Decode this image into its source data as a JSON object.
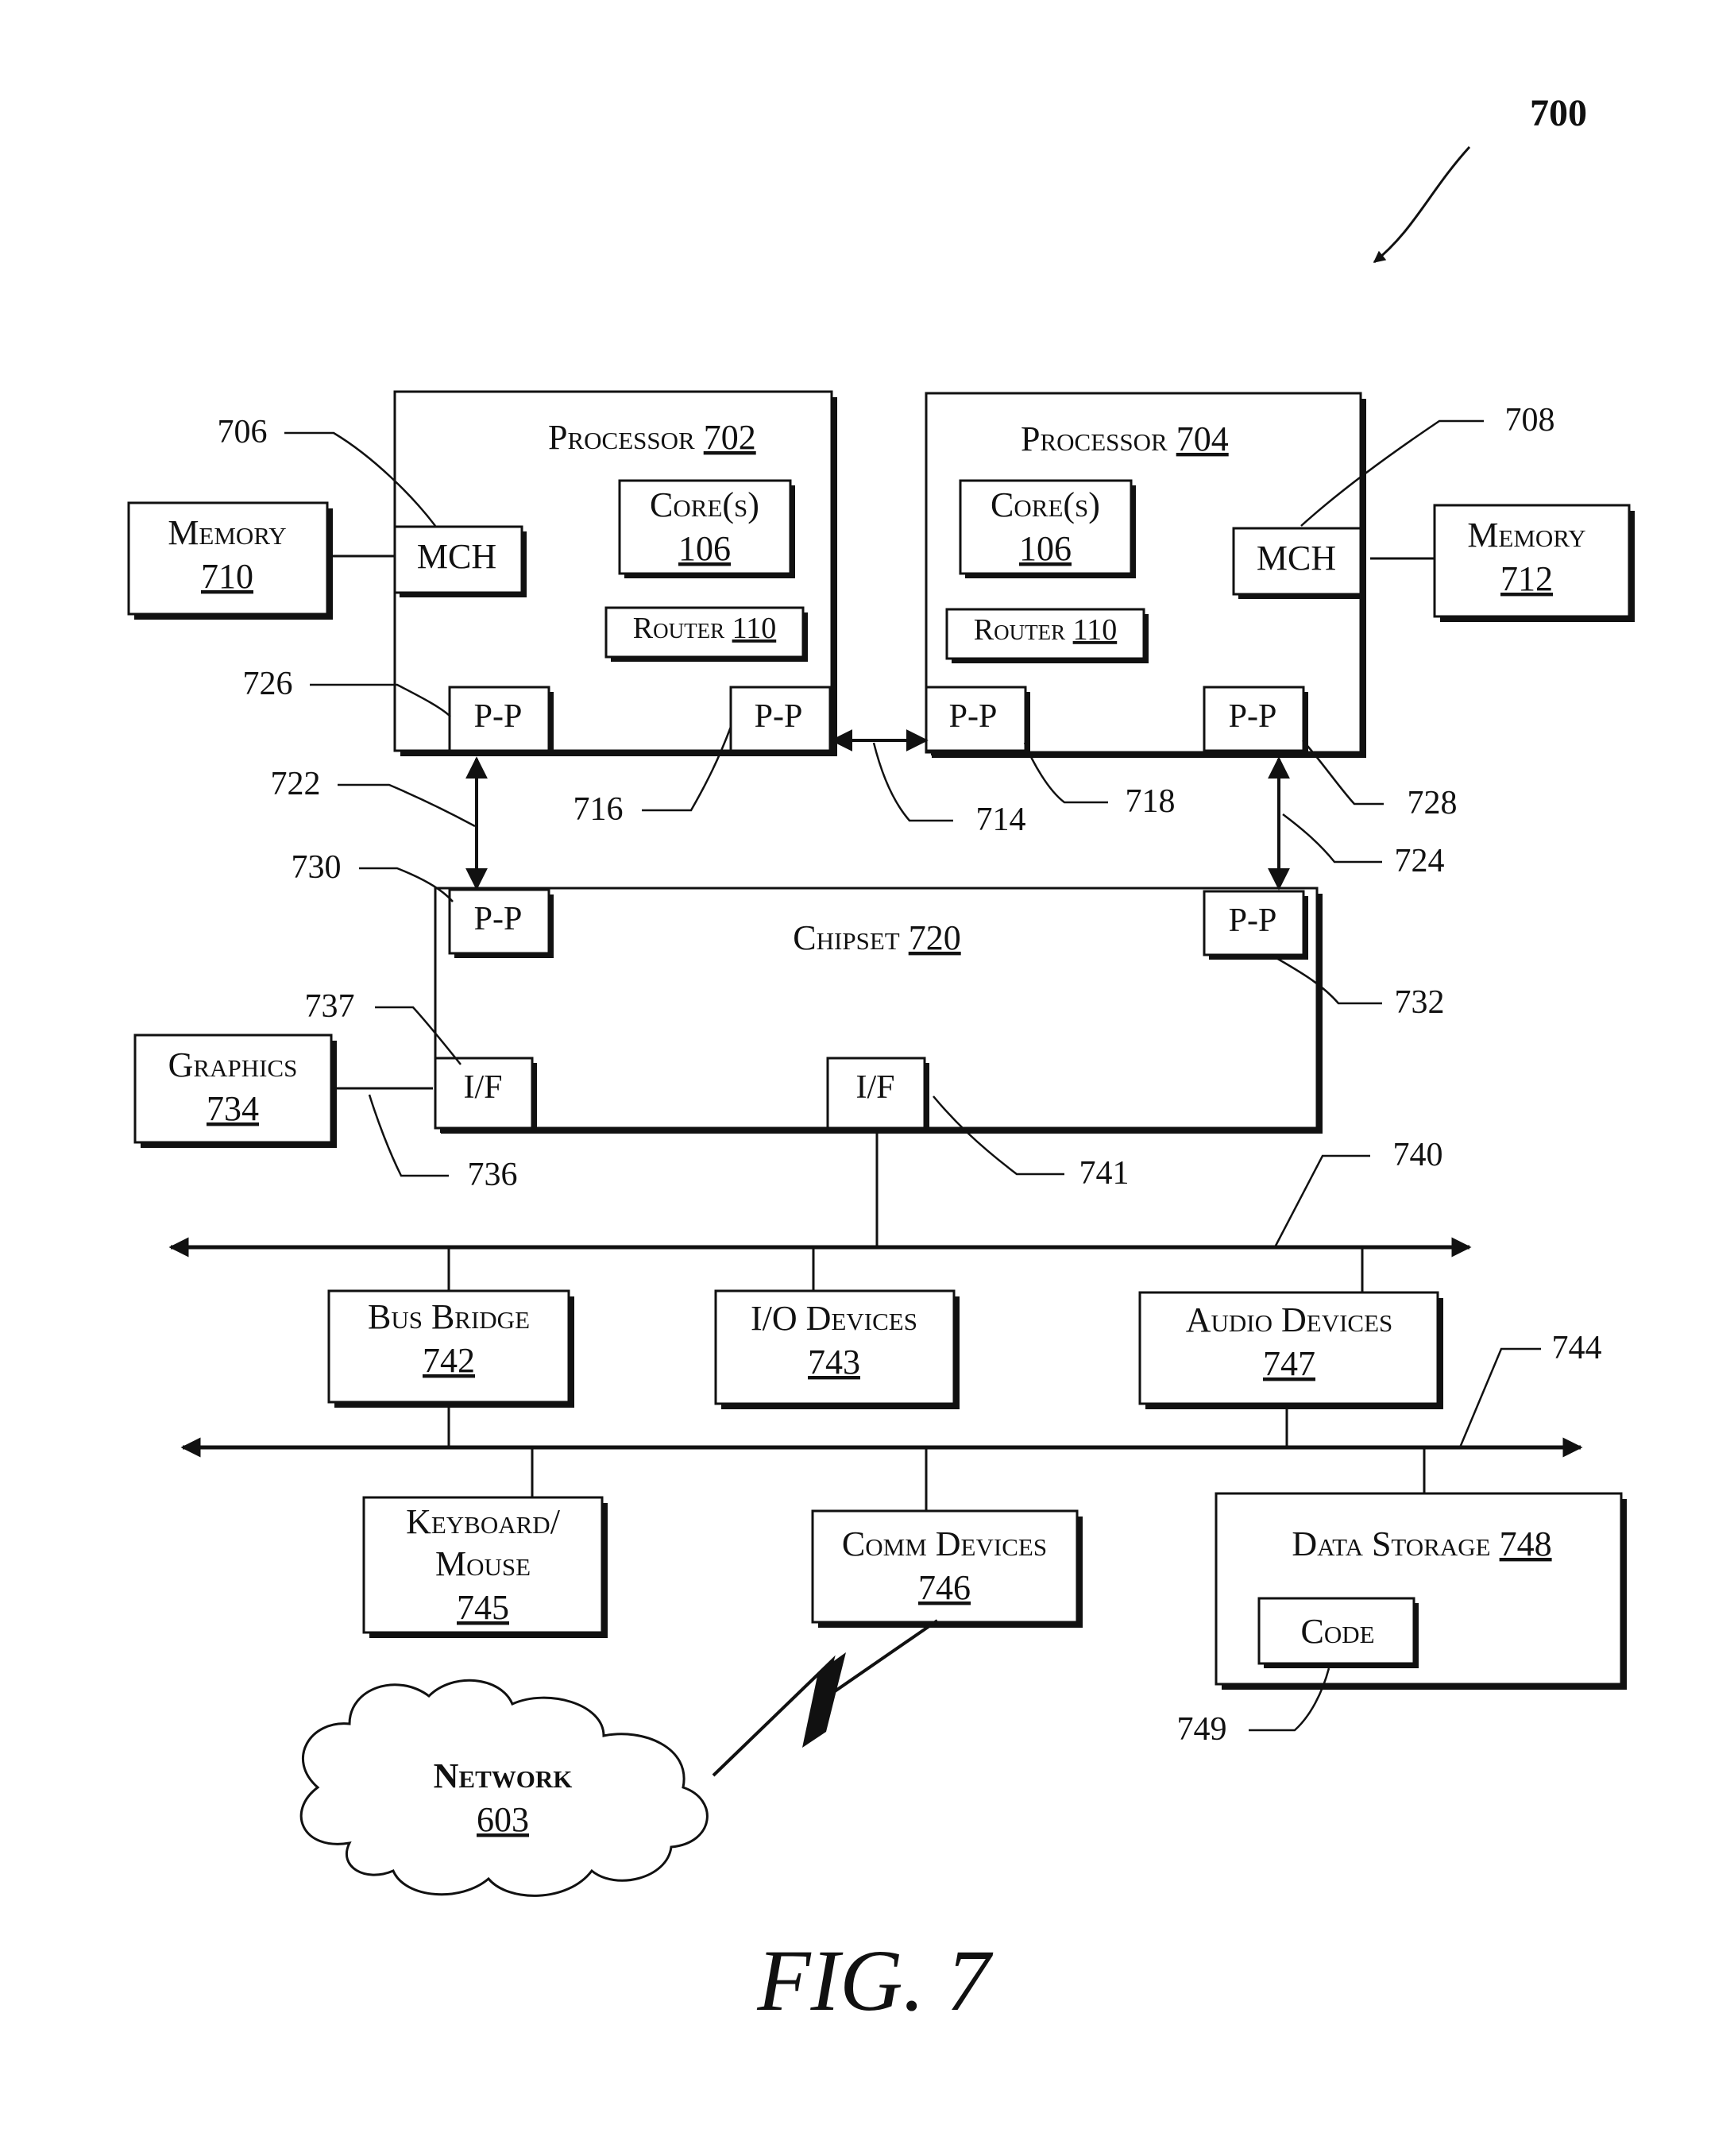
{
  "figure": {
    "ref": "700",
    "caption": "FIG. 7"
  },
  "processor_702": {
    "name": "Processor",
    "ref": "702"
  },
  "processor_704": {
    "name": "Processor",
    "ref": "704"
  },
  "cores_a": {
    "name": "Core(s)",
    "ref": "106"
  },
  "cores_b": {
    "name": "Core(s)",
    "ref": "106"
  },
  "router_a": {
    "name": "Router",
    "ref": "110"
  },
  "router_b": {
    "name": "Router",
    "ref": "110"
  },
  "mch_a": {
    "name": "MCH"
  },
  "mch_b": {
    "name": "MCH"
  },
  "memory_710": {
    "name": "Memory",
    "ref": "710"
  },
  "memory_712": {
    "name": "Memory",
    "ref": "712"
  },
  "pp_label": "P-P",
  "if_label": "I/F",
  "chipset": {
    "name": "Chipset",
    "ref": "720"
  },
  "graphics": {
    "name": "Graphics",
    "ref": "734"
  },
  "bus_bridge": {
    "name": "Bus Bridge",
    "ref": "742"
  },
  "io_devices": {
    "name": "I/O Devices",
    "ref": "743"
  },
  "audio_devices": {
    "name": "Audio Devices",
    "ref": "747"
  },
  "keyboard_mouse": {
    "line1": "Keyboard/",
    "line2": "Mouse",
    "ref": "745"
  },
  "comm_devices": {
    "name": "Comm Devices",
    "ref": "746"
  },
  "data_storage": {
    "name": "Data Storage",
    "ref": "748"
  },
  "code": {
    "name": "Code"
  },
  "network": {
    "name": "Network",
    "ref": "603"
  },
  "callouts": {
    "c706": "706",
    "c708": "708",
    "c726": "726",
    "c722": "722",
    "c716": "716",
    "c714": "714",
    "c718": "718",
    "c728": "728",
    "c724": "724",
    "c730": "730",
    "c732": "732",
    "c737": "737",
    "c736": "736",
    "c741": "741",
    "c740": "740",
    "c744": "744",
    "c749": "749"
  }
}
